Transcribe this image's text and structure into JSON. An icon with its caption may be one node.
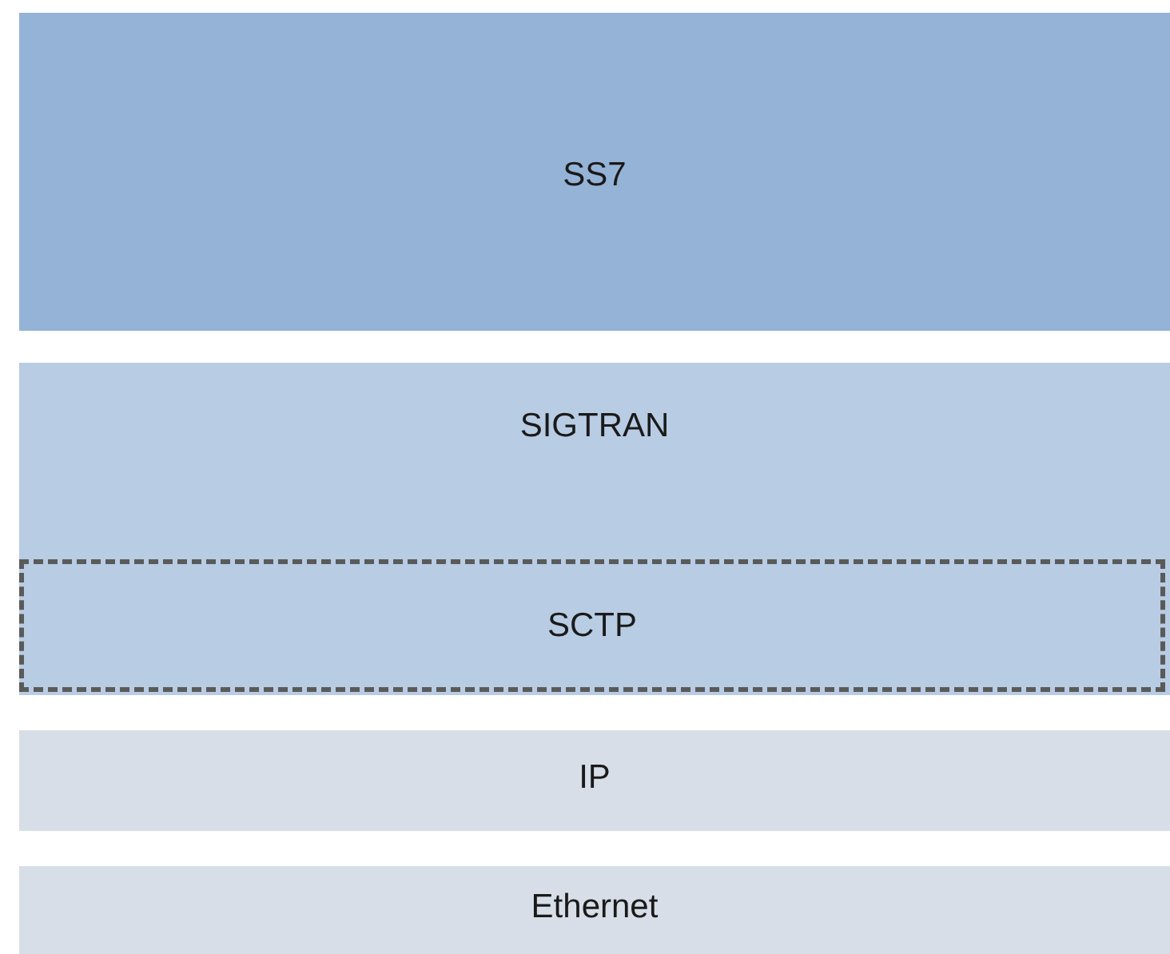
{
  "diagram": {
    "nodes": [
      {
        "text": [
          "SS7"
        ]
      },
      {
        "text": [
          "SIGTRAN"
        ]
      },
      {
        "text": [
          "SCTP"
        ],
        "in": 1
      },
      {
        "text": [
          "IP"
        ]
      },
      {
        "text": [
          "Ethernet"
        ]
      }
    ]
  }
}
